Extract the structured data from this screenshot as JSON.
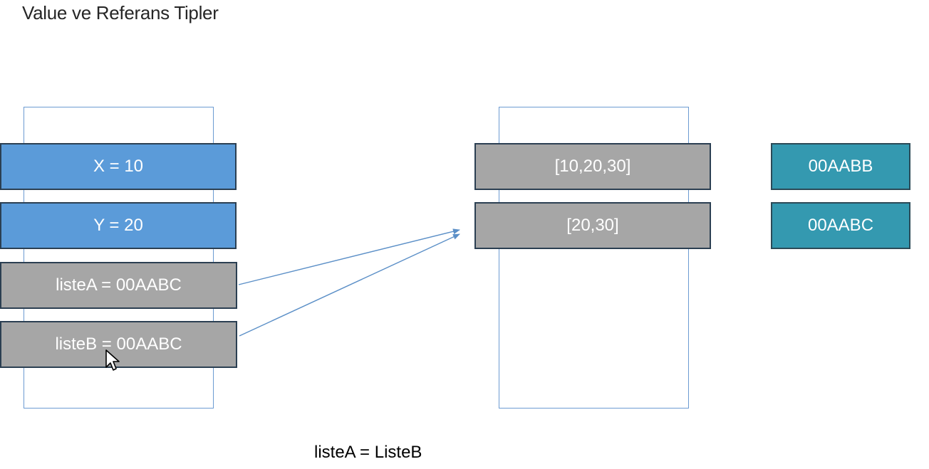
{
  "title": "Value ve Referans Tipler",
  "stack": {
    "items": [
      {
        "label": "X = 10",
        "kind": "value"
      },
      {
        "label": "Y = 20",
        "kind": "value"
      },
      {
        "label": "listeA = 00AABC",
        "kind": "reference"
      },
      {
        "label": "listeB = 00AABC",
        "kind": "reference"
      }
    ]
  },
  "heap": {
    "items": [
      {
        "label": "[10,20,30]"
      },
      {
        "label": "[20,30]"
      }
    ]
  },
  "addresses": {
    "items": [
      {
        "label": "00AABB"
      },
      {
        "label": "00AABC"
      }
    ]
  },
  "caption": "listeA = ListeB",
  "colors": {
    "value_cell": "#5b9bd9",
    "reference_cell": "#a6a6a6",
    "address_cell": "#3499b0",
    "frame": "#6c9bd2",
    "arrow": "#5b8fc7"
  }
}
